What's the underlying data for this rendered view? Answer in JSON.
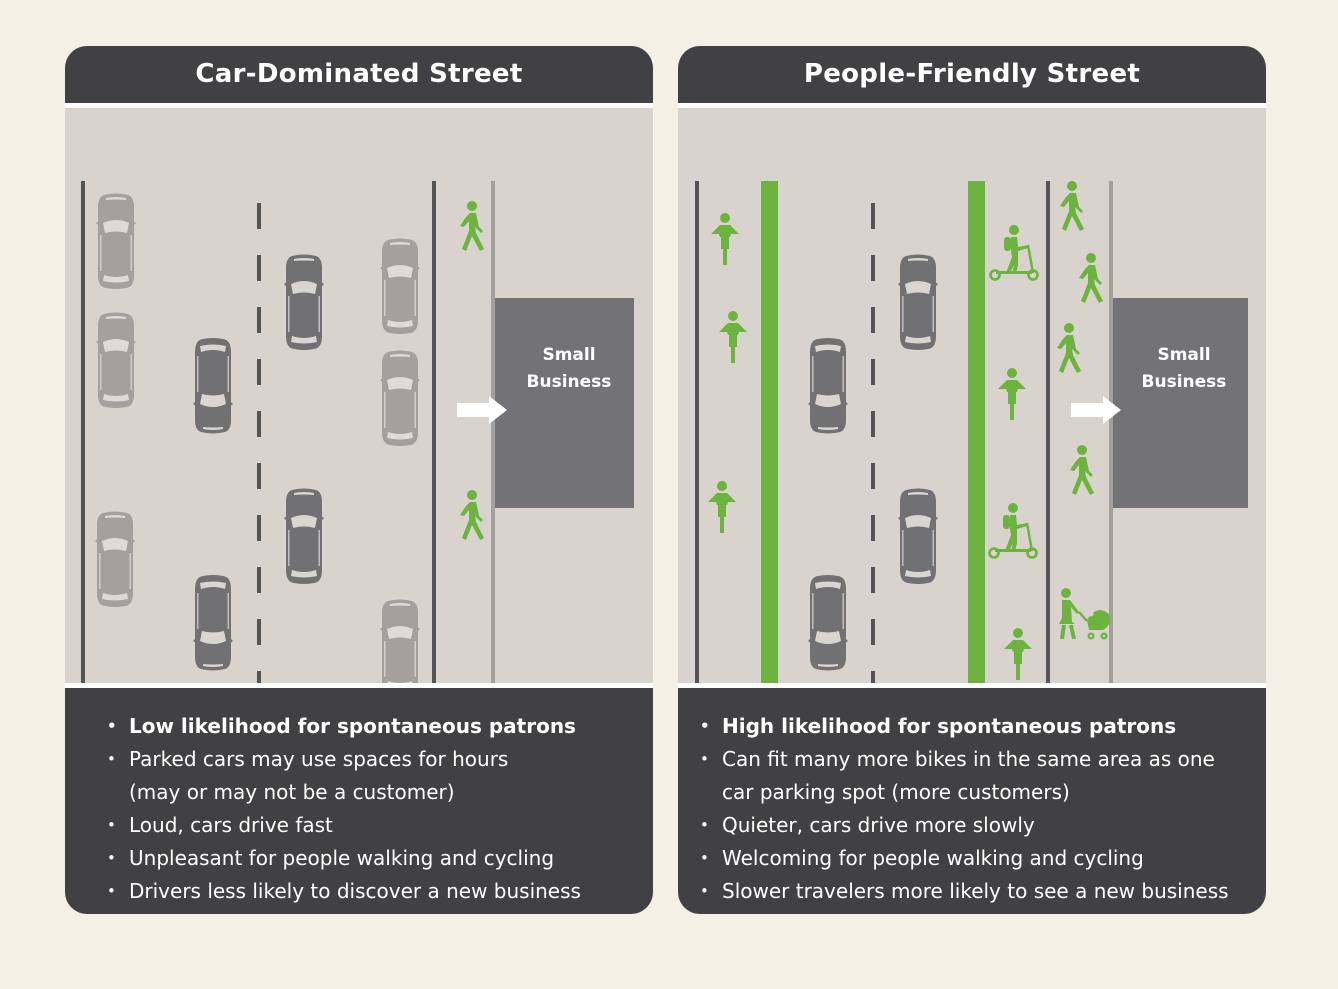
{
  "colors": {
    "background": "#f4f0e6",
    "panel_dark": "#414042",
    "street": "#d9d3ce",
    "green": "#6cb33f",
    "car_dark": "#717073",
    "car_parked": "#a3a09d",
    "building": "#737275"
  },
  "panels": [
    {
      "title": "Car-Dominated Street",
      "business_label_line1": "Small",
      "business_label_line2": "Business",
      "icons": [
        "parked-car-icon",
        "moving-car-icon",
        "pedestrian-icon"
      ],
      "bullets": [
        {
          "text": "Low likelihood for spontaneous patrons",
          "bold": true
        },
        {
          "text": "Parked cars may use spaces for hours",
          "cont": "(may or may not be a customer)"
        },
        {
          "text": "Loud, cars drive fast"
        },
        {
          "text": "Unpleasant for people walking and cycling"
        },
        {
          "text": "Drivers less likely to discover a new business"
        }
      ]
    },
    {
      "title": "People-Friendly Street",
      "business_label_line1": "Small",
      "business_label_line2": "Business",
      "icons": [
        "cyclist-icon",
        "moving-car-icon",
        "scooter-rider-icon",
        "pedestrian-icon",
        "stroller-icon"
      ],
      "bullets": [
        {
          "text": "High likelihood for spontaneous patrons",
          "bold": true
        },
        {
          "text": "Can fit many more bikes in the same area as one",
          "cont": "car parking spot (more customers)"
        },
        {
          "text": "Quieter, cars drive more slowly"
        },
        {
          "text": "Welcoming for people walking and cycling"
        },
        {
          "text": "Slower travelers more likely to see a new business"
        }
      ]
    }
  ]
}
